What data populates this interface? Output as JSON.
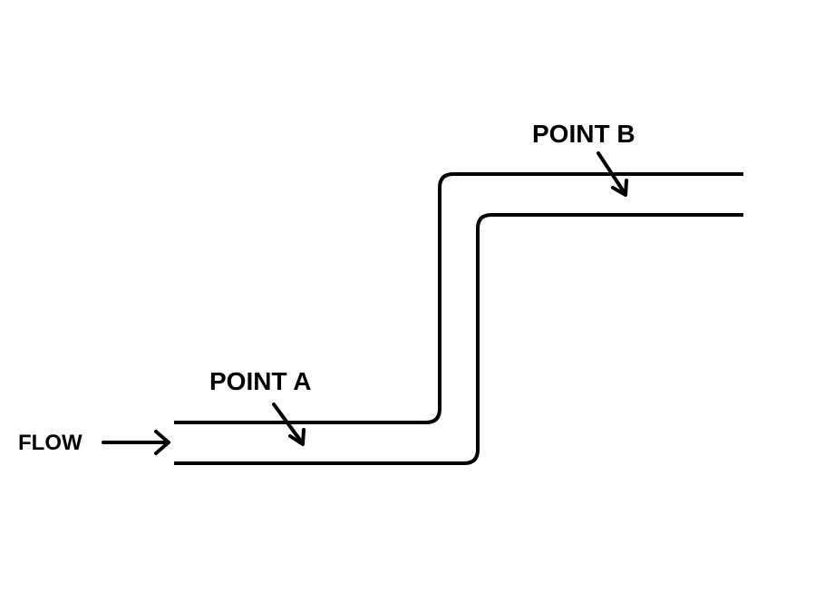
{
  "labels": {
    "point_a": "POINT A",
    "point_b": "POINT B",
    "flow": "FLOW"
  },
  "colors": {
    "background": "#ffffff",
    "stroke": "#000000"
  }
}
